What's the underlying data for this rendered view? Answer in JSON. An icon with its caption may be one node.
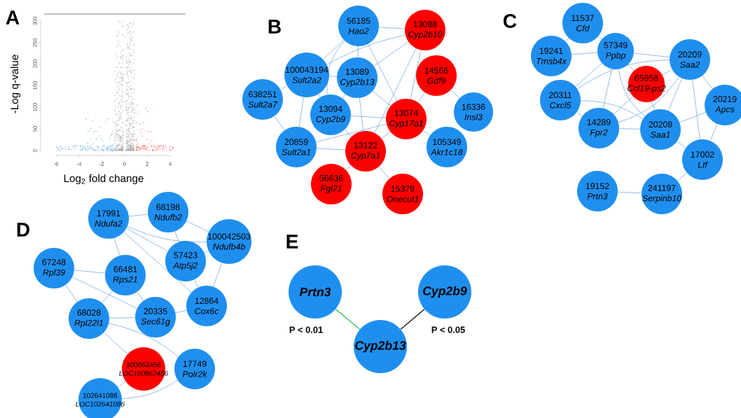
{
  "diagram": {
    "nodes": [
      {
        "text": [
          "56185",
          "Hao2"
        ]
      },
      {
        "text": [
          "13088",
          "Cyp2b10"
        ]
      },
      {
        "text": [
          "100043194",
          "Sult2a2"
        ]
      },
      {
        "text": [
          "13089",
          "Cyp2b13"
        ]
      },
      {
        "text": [
          "14566",
          "Gdf9"
        ]
      },
      {
        "text": [
          "638251",
          "Sult2a7"
        ]
      },
      {
        "text": [
          "16336",
          "Insl3"
        ]
      },
      {
        "text": [
          "13094",
          "Cyp2b9"
        ]
      },
      {
        "text": [
          "13074",
          "Cyp17a1"
        ]
      },
      {
        "text": [
          "20859",
          "Sult2a1"
        ]
      },
      {
        "text": [
          "13122",
          "Cyp7a1"
        ]
      },
      {
        "text": [
          "105349",
          "Akr1c18"
        ]
      },
      {
        "text": [
          "56636",
          "Fgl21"
        ]
      },
      {
        "text": [
          "15379",
          "Onecut1"
        ]
      },
      {
        "text": [
          "11537",
          "Cfd"
        ]
      },
      {
        "text": [
          "19241",
          "Tmsb4x"
        ]
      },
      {
        "text": [
          "57349",
          "Ppbp"
        ]
      },
      {
        "text": [
          "20209",
          "Saa2"
        ]
      },
      {
        "text": [
          "65958",
          "Ccl19-ps2"
        ]
      },
      {
        "text": [
          "20311",
          "Cxcl5"
        ]
      },
      {
        "text": [
          "20219",
          "Apcs"
        ]
      },
      {
        "text": [
          "14289",
          "Fpr2"
        ]
      },
      {
        "text": [
          "20208",
          "Saa1"
        ]
      },
      {
        "text": [
          "17002",
          "Ltf"
        ]
      },
      {
        "text": [
          "19152",
          "Prtn3"
        ]
      },
      {
        "text": [
          "241197",
          "Serpinb10"
        ]
      },
      {
        "text": [
          "17991",
          "Ndufa2"
        ]
      },
      {
        "text": [
          "68198",
          "Ndufb2"
        ]
      },
      {
        "text": [
          "100042503",
          "Ndufb4b"
        ]
      },
      {
        "text": [
          "57423",
          "Atp5j2"
        ]
      },
      {
        "text": [
          "67248",
          "Rpl39"
        ]
      },
      {
        "text": [
          "66481",
          "Rps21"
        ]
      },
      {
        "text": [
          "12864",
          "Cox6c"
        ]
      },
      {
        "text": [
          "68028",
          "Rpl22l1"
        ]
      },
      {
        "text": [
          "20335",
          "Sec61g"
        ]
      },
      {
        "text": [
          "100862456",
          "LOC100862456"
        ]
      },
      {
        "text": [
          "17749",
          "Polr2k"
        ]
      },
      {
        "text": [
          "102641086",
          "LOC102641086"
        ]
      },
      {
        "text": [
          "Prtn3"
        ]
      },
      {
        "text": [
          "Cyp2b9"
        ]
      },
      {
        "text": [
          "Cyp2b13"
        ]
      }
    ],
    "edges": [
      {
        "from": 0,
        "to": 1,
        "arrow": "none"
      },
      {
        "from": 0,
        "to": 2,
        "arrow": "none"
      },
      {
        "from": 0,
        "to": 3,
        "arrow": "none"
      },
      {
        "from": 0,
        "to": 7,
        "arrow": "none"
      },
      {
        "from": 0,
        "to": 8,
        "arrow": "none"
      },
      {
        "from": 1,
        "to": 2,
        "arrow": "none"
      },
      {
        "from": 1,
        "to": 3,
        "arrow": "none"
      },
      {
        "from": 1,
        "to": 8,
        "arrow": "none"
      },
      {
        "from": 1,
        "to": 10,
        "arrow": "none"
      },
      {
        "from": 2,
        "to": 3,
        "arrow": "none"
      },
      {
        "from": 2,
        "to": 5,
        "arrow": "none"
      },
      {
        "from": 2,
        "to": 7,
        "arrow": "none"
      },
      {
        "from": 2,
        "to": 9,
        "arrow": "none"
      },
      {
        "from": 3,
        "to": 7,
        "arrow": "none"
      },
      {
        "from": 3,
        "to": 8,
        "arrow": "none"
      },
      {
        "from": 3,
        "to": 10,
        "arrow": "none"
      },
      {
        "from": 4,
        "to": 8,
        "arrow": "none"
      },
      {
        "from": 4,
        "to": 6,
        "arrow": "none"
      },
      {
        "from": 5,
        "to": 9,
        "arrow": "none"
      },
      {
        "from": 7,
        "to": 8,
        "arrow": "none"
      },
      {
        "from": 7,
        "to": 10,
        "arrow": "none"
      },
      {
        "from": 8,
        "to": 9,
        "arrow": "none"
      },
      {
        "from": 8,
        "to": 10,
        "arrow": "none"
      },
      {
        "from": 8,
        "to": 11,
        "arrow": "none"
      },
      {
        "from": 9,
        "to": 10,
        "arrow": "none"
      },
      {
        "from": 10,
        "to": 12,
        "arrow": "none"
      },
      {
        "from": 10,
        "to": 13,
        "arrow": "none"
      },
      {
        "from": 14,
        "to": 15,
        "arrow": "none"
      },
      {
        "from": 14,
        "to": 16,
        "arrow": "none"
      },
      {
        "from": 15,
        "to": 16,
        "arrow": "none"
      },
      {
        "from": 16,
        "to": 17,
        "arrow": "none"
      },
      {
        "from": 16,
        "to": 18,
        "arrow": "none"
      },
      {
        "from": 16,
        "to": 19,
        "arrow": "none"
      },
      {
        "from": 16,
        "to": 21,
        "arrow": "none"
      },
      {
        "from": 16,
        "to": 22,
        "arrow": "none"
      },
      {
        "from": 17,
        "to": 18,
        "arrow": "none"
      },
      {
        "from": 17,
        "to": 19,
        "arrow": "none"
      },
      {
        "from": 17,
        "to": 20,
        "arrow": "none"
      },
      {
        "from": 17,
        "to": 21,
        "arrow": "none"
      },
      {
        "from": 17,
        "to": 22,
        "arrow": "none"
      },
      {
        "from": 17,
        "to": 23,
        "arrow": "none"
      },
      {
        "from": 18,
        "to": 21,
        "arrow": "none"
      },
      {
        "from": 18,
        "to": 22,
        "arrow": "none"
      },
      {
        "from": 19,
        "to": 21,
        "arrow": "none"
      },
      {
        "from": 19,
        "to": 22,
        "arrow": "none"
      },
      {
        "from": 21,
        "to": 22,
        "arrow": "none"
      },
      {
        "from": 20,
        "to": 22,
        "arrow": "none"
      },
      {
        "from": 20,
        "to": 23,
        "arrow": "none"
      },
      {
        "from": 22,
        "to": 23,
        "arrow": "none"
      },
      {
        "from": 23,
        "to": 25,
        "arrow": "none"
      },
      {
        "from": 24,
        "to": 25,
        "arrow": "none"
      },
      {
        "from": 26,
        "to": 27,
        "arrow": "none"
      },
      {
        "from": 26,
        "to": 28,
        "arrow": "none"
      },
      {
        "from": 26,
        "to": 29,
        "arrow": "none"
      },
      {
        "from": 26,
        "to": 31,
        "arrow": "none"
      },
      {
        "from": 26,
        "to": 32,
        "arrow": "none"
      },
      {
        "from": 27,
        "to": 28,
        "arrow": "none"
      },
      {
        "from": 27,
        "to": 29,
        "arrow": "none"
      },
      {
        "from": 28,
        "to": 29,
        "arrow": "none"
      },
      {
        "from": 28,
        "to": 32,
        "arrow": "none"
      },
      {
        "from": 29,
        "to": 32,
        "arrow": "none"
      },
      {
        "from": 30,
        "to": 31,
        "arrow": "none"
      },
      {
        "from": 30,
        "to": 33,
        "arrow": "none"
      },
      {
        "from": 30,
        "to": 34,
        "arrow": "none"
      },
      {
        "from": 31,
        "to": 33,
        "arrow": "none"
      },
      {
        "from": 31,
        "to": 34,
        "arrow": "none"
      },
      {
        "from": 33,
        "to": 34,
        "arrow": "none"
      },
      {
        "from": 34,
        "to": 32,
        "arrow": "none"
      },
      {
        "from": 33,
        "to": 35,
        "arrow": "none"
      },
      {
        "from": 33,
        "to": 36,
        "arrow": "none"
      },
      {
        "from": 35,
        "to": 37,
        "arrow": "none"
      },
      {
        "from": 36,
        "to": 37,
        "arrow": "none"
      },
      {
        "from": 38,
        "to": 40,
        "arrow": "none",
        "label": "P < 0.01",
        "color": "#1fbf4a"
      },
      {
        "from": 39,
        "to": 40,
        "arrow": "none",
        "label": "P < 0.05",
        "color": "#000000"
      }
    ],
    "labels": [
      "A",
      "300",
      "250",
      "200",
      "150",
      "100",
      "50",
      "0",
      "-6",
      "-4",
      "-2",
      "0",
      "2",
      "4",
      "-Log q-value",
      "Log$_{2}$ fold change",
      "B",
      "C",
      "D",
      "E"
    ]
  }
}
